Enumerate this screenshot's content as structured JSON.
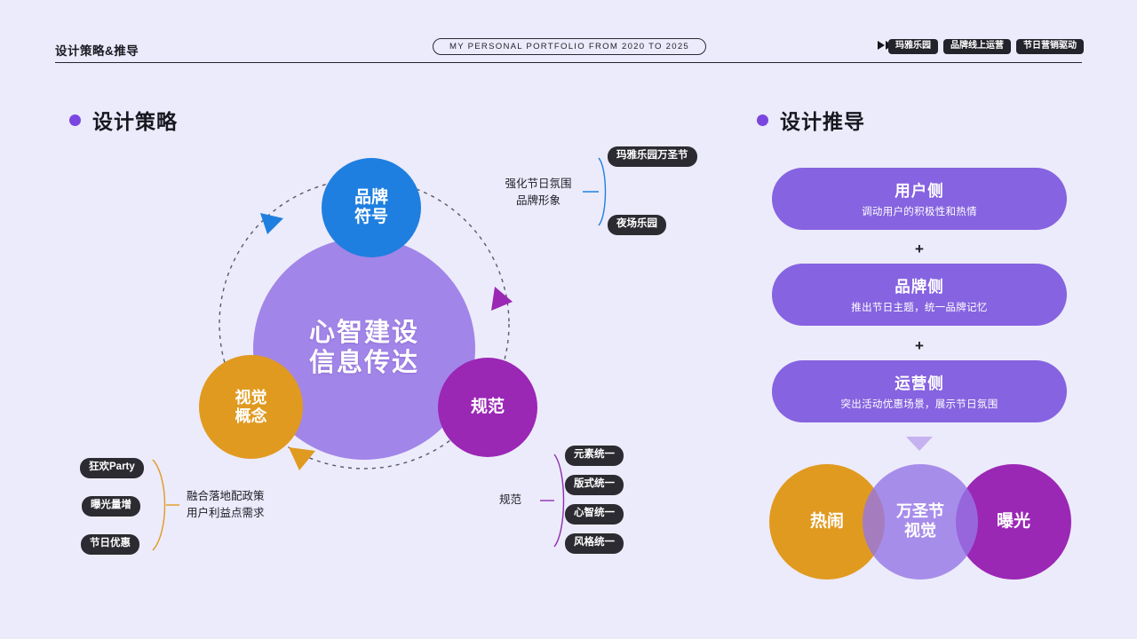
{
  "header": {
    "title": "设计策略&推导",
    "pill": "MY PERSONAL PORTFOLIO FROM 2020 TO 2025",
    "arrow_count": 5,
    "tags": [
      "玛雅乐园",
      "品牌线上运营",
      "节日营销驱动"
    ]
  },
  "sections": {
    "left_title": "设计策略",
    "right_title": "设计推导"
  },
  "venn": {
    "center": "心智建设\n信息传达",
    "center_line1": "心智建设",
    "center_line2": "信息传达",
    "brand_line1": "品牌",
    "brand_line2": "符号",
    "visual_line1": "视觉",
    "visual_line2": "概念",
    "norm": "规范"
  },
  "annotations": {
    "top_right": {
      "label_line1": "强化节日氛围",
      "label_line2": "品牌形象",
      "tags": [
        "玛雅乐园万圣节",
        "夜场乐园"
      ]
    },
    "bottom_right": {
      "label": "规范",
      "tags": [
        "元素统一",
        "版式统一",
        "心智统一",
        "风格统一"
      ]
    },
    "bottom_left": {
      "tags": [
        "狂欢Party",
        "曝光量增",
        "节日优惠"
      ],
      "label_line1": "融合落地配政策",
      "label_line2": "用户利益点需求"
    }
  },
  "derivation": {
    "cards": [
      {
        "title": "用户侧",
        "subtitle": "调动用户的积极性和热情"
      },
      {
        "title": "品牌侧",
        "subtitle": "推出节日主题，统一品牌记忆"
      },
      {
        "title": "运营侧",
        "subtitle": "突出活动优惠场景，展示节日氛围"
      }
    ],
    "separator": "+",
    "cluster": {
      "left": "热闹",
      "center_line1": "万圣节",
      "center_line2": "视觉",
      "right": "曝光"
    }
  },
  "colors": {
    "background": "#ECEBFB",
    "accent_purple": "#7B46E0",
    "card_purple": "#8663E0",
    "center_purple": "#A285E8",
    "blue": "#1F7FE0",
    "orange": "#E09A20",
    "magenta": "#9B27B5",
    "dark_tag": "#2B2B31"
  }
}
